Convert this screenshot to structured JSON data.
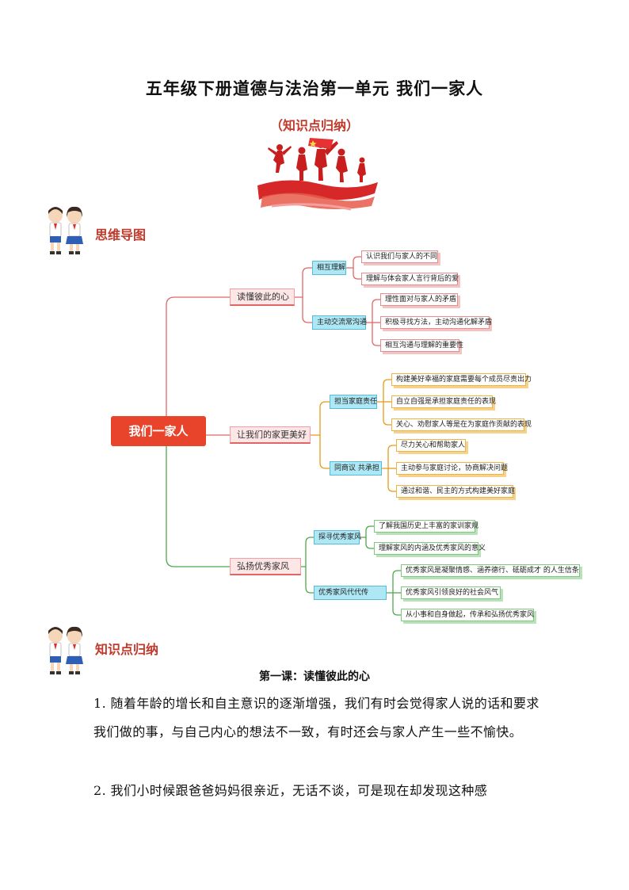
{
  "header": {
    "title": "五年级下册道德与法治第一单元  我们一家人",
    "subtitle": "（知识点归纳）"
  },
  "sections": {
    "mindmap_title": "思维导图",
    "knowledge_title": "知识点归纳"
  },
  "mindmap": {
    "root": "我们一家人",
    "branches": [
      {
        "label": "读懂彼此的心",
        "subs": [
          {
            "label": "相互理解",
            "leaves": [
              "认识我们与家人的不同",
              "理解与体会家人言行背后的爱"
            ]
          },
          {
            "label": "主动交流常沟通",
            "leaves": [
              "理性面对与家人的矛盾",
              "积极寻找方法，主动沟通化解矛盾",
              "相互沟通与理解的重要性"
            ]
          }
        ]
      },
      {
        "label": "让我们的家更美好",
        "subs": [
          {
            "label": "担当家庭责任",
            "leaves": [
              "构建美好幸福的家庭需要每个成员尽责出力",
              "自立自强是承担家庭责任的表现",
              "关心、劝慰家人等是在为家庭作贡献的表现"
            ]
          },
          {
            "label": "同商议  共承担",
            "leaves": [
              "尽力关心和帮助家人",
              "主动参与家庭讨论，协商解决问题",
              "通过和谐、民主的方式构建美好家庭"
            ]
          }
        ]
      },
      {
        "label": "弘扬优秀家风",
        "subs": [
          {
            "label": "探寻优秀家风",
            "leaves": [
              "了解我国历史上丰富的家训家规",
              "理解家风的内涵及优秀家风的意义"
            ]
          },
          {
            "label": "优秀家风代代传",
            "leaves": [
              "优秀家风是凝聚情感、涵养德行、砥砺成才 的人生信条",
              "优秀家风引领良好的社会风气",
              "从小事和自身做起，传承和弘扬优秀家风"
            ]
          }
        ]
      }
    ]
  },
  "lesson": {
    "title": "第一课：读懂彼此的心",
    "paragraphs": [
      "1. 随着年龄的增长和自主意识的逐渐增强，我们有时会觉得家人说的话和要求我们做的事，与自己内心的想法不一致，有时还会与家人产生一些不愉快。",
      "2. 我们小时候跟爸爸妈妈很亲近，无话不谈，可是现在却发现这种感"
    ]
  },
  "colors": {
    "accent_red": "#c0392b",
    "root_red": "#e8442c",
    "branch_red": "#e06666",
    "branch_orange": "#e69b1a",
    "branch_green": "#4ea84e",
    "sub_cyan": "#aee8f5"
  }
}
